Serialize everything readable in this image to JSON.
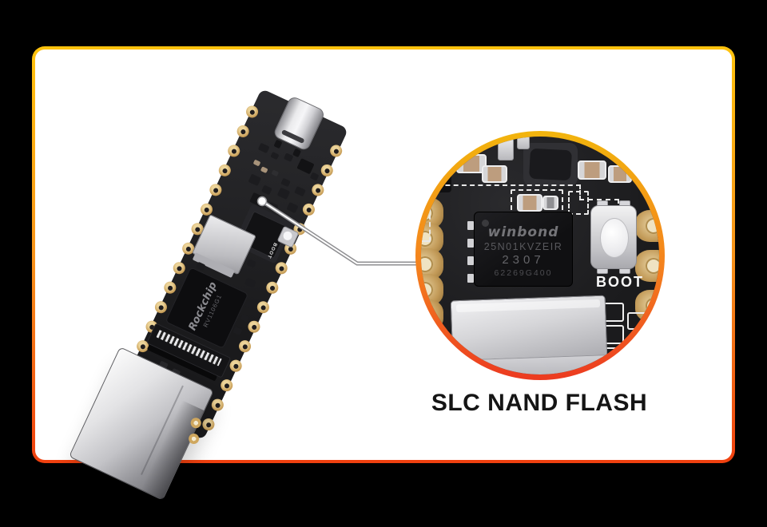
{
  "caption": {
    "label": "SLC NAND FLASH"
  },
  "magnifier": {
    "chip_brand": "winbond",
    "chip_part": "25N01KVZEIR",
    "chip_date_code": "2307",
    "chip_lot": "62269G400",
    "boot_label": "BOOT"
  },
  "board": {
    "soc_brand": "Rockchip",
    "soc_model": "RV1106G1",
    "boot_label": "BOOT"
  },
  "colors": {
    "page_background": "#000000",
    "panel_background": "#FFFFFF",
    "frame_gradient": [
      "#FFC30D",
      "#F8941A",
      "#F0400F"
    ],
    "ring_gradient": [
      "#F2B50D",
      "#F4811E",
      "#EC3A20"
    ],
    "pcb_black": "#1B1B1D",
    "pad_gold": "#CBA25C"
  }
}
